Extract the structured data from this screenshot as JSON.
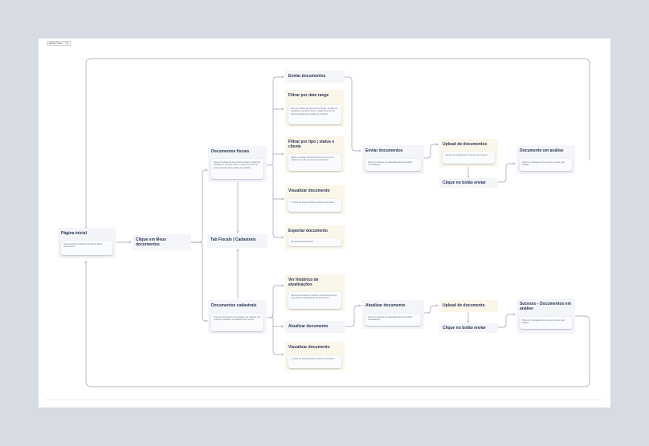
{
  "frame_tag": "Ideia Fluxo · V1",
  "nodes": {
    "pagina_inicial": {
      "title": "Página inicial",
      "desc": "Acesso através sidebar pela aba de Meus documentos"
    },
    "clique_meus_documentos": {
      "title": "Clique em Meus documentos"
    },
    "documentos_fiscais": {
      "title": "Documentos fiscais",
      "desc": "Tela com tabela de documentos fiscais, opções de visualizar e exportar, filtros e opção de envio de documentação para análise de contador."
    },
    "tab_fiscais_cadastrais": {
      "title": "Tab Fiscais | Cadastrais"
    },
    "documentos_cadastrais": {
      "title": "Documentos cadastrais",
      "desc": "Tela com documentos de cadastro do usuário, com opção de visualizar e atualizar documentos"
    },
    "enviar_documentos_menu": {
      "title": "Enviar documentos"
    },
    "filtrar_data": {
      "title": "Filtrar por date range",
      "desc": "Tela com tabela de documentos fiscais, opções de visualizar e exportar, filtros e opção de envio de documentação para análise de contador."
    },
    "filtrar_tipo": {
      "title": "Filtrar por tipo | status e cliente",
      "desc": "Tabela mostrará somente documentos com os critérios e ou PE ou quando selecionado"
    },
    "visualizar_doc_fiscal": {
      "title": "Visualizar documento",
      "desc": "O visitor de arquivos PDF da tela e será aberto"
    },
    "exportar_documento": {
      "title": "Exportar documento",
      "desc": "Download automatizado"
    },
    "ver_historico": {
      "title": "Ver histórico de atualizações",
      "desc": "Abertura de drawer a mostrar uma linha do tempo com todas as atualizações de documento"
    },
    "atualizar_documento_menu": {
      "title": "Atualizar documento"
    },
    "visualizar_doc_cadastral": {
      "title": "Visualizar documento",
      "desc": "O visitor de arquivos PDF da tela e será aberto"
    },
    "enviar_documentos_tela": {
      "title": "Enviar documentos",
      "desc": "Tela com campos de uploadpara documentação necessária(s)"
    },
    "upload_documentos_1": {
      "title": "Upload de documentos",
      "desc": "Contém de upload para envio de documentos"
    },
    "clique_enviar_1": {
      "title": "Clique no botão enviar"
    },
    "documento_em_analise": {
      "title": "Documento em análise",
      "desc": "Tela com mensagem de sucesso e prazo para análise"
    },
    "atualizar_documento_tela": {
      "title": "Atualizar documento",
      "desc": "Tela com campos de uploadpara documentação necessária(s)"
    },
    "upload_documento_2": {
      "title": "Upload de documento"
    },
    "clique_enviar_2": {
      "title": "Clique no botão enviar"
    },
    "sucesso_documentos": {
      "title": "Sucesso - Documentos em análise",
      "desc": "Tela com mensagem de sucesso e prazo para análise"
    }
  },
  "colors": {
    "canvas": "#ffffff",
    "background": "#d7dbe3",
    "node": "#f3f5f9",
    "node_highlight": "#fbf6ea",
    "connector": "#9aa0ad",
    "title": "#2d3658"
  }
}
